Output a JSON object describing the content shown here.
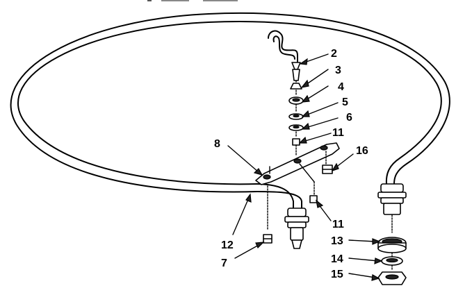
{
  "diagram": {
    "callouts": [
      {
        "id": "c2",
        "label": "2"
      },
      {
        "id": "c3",
        "label": "3"
      },
      {
        "id": "c4",
        "label": "4"
      },
      {
        "id": "c5",
        "label": "5"
      },
      {
        "id": "c6",
        "label": "6"
      },
      {
        "id": "c11a",
        "label": "11"
      },
      {
        "id": "c8",
        "label": "8"
      },
      {
        "id": "c16",
        "label": "16"
      },
      {
        "id": "c11b",
        "label": "11"
      },
      {
        "id": "c12",
        "label": "12"
      },
      {
        "id": "c7",
        "label": "7"
      },
      {
        "id": "c13",
        "label": "13"
      },
      {
        "id": "c14",
        "label": "14"
      },
      {
        "id": "c15",
        "label": "15"
      }
    ]
  }
}
